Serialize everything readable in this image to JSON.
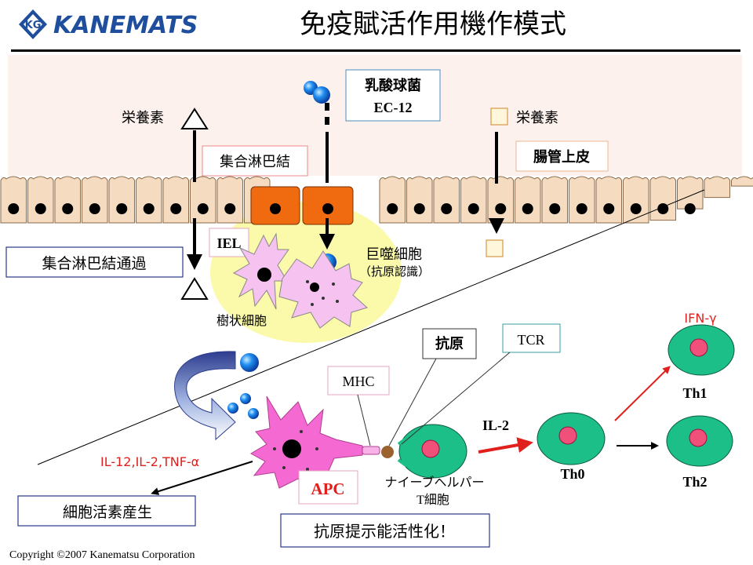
{
  "header": {
    "logo_badge": "KG",
    "logo_text": "KANEMATS",
    "title": "免疫賦活作用機作模式"
  },
  "labels": {
    "nutrient_left": "栄養素",
    "nutrient_right": "栄養素",
    "bacteria_line1": "乳酸球菌",
    "bacteria_line2": "EC-12",
    "peyers_patch": "集合淋巴結",
    "intestinal_epithelium": "腸管上皮",
    "peyers_passage": "集合淋巴結通過",
    "iel": "IEL",
    "macrophage_line1": "巨噬細胞",
    "macrophage_line2": "（抗原認識）",
    "dendritic": "樹状細胞",
    "antigen": "抗原",
    "tcr": "TCR",
    "mhc": "MHC",
    "ifn": "IFN-γ",
    "th1": "Th1",
    "il2": "IL-2",
    "th0": "Th0",
    "th2": "Th2",
    "cytokines": "IL-12,IL-2,TNF-α",
    "apc": "APC",
    "naive_line1": "ナイーブヘルパー",
    "naive_line2": "T細胞",
    "cytokine_production": "細胞活素産生",
    "activation": "抗原提示能活性化！",
    "copyright": "Copyright ©2007 Kanematsu Corporation"
  },
  "colors": {
    "brand_blue": "#1f4e9c",
    "band_pink": "#fcf1ec",
    "cell_tan": "#f5dcc0",
    "peyer_orange": "#f06a10",
    "lymph_yellow": "#fafaaa",
    "apc_pink": "#f46ad2",
    "tcell_green": "#1cbf88",
    "red_text": "#e0201c",
    "bacteria_blue": "#1f8ef0"
  }
}
